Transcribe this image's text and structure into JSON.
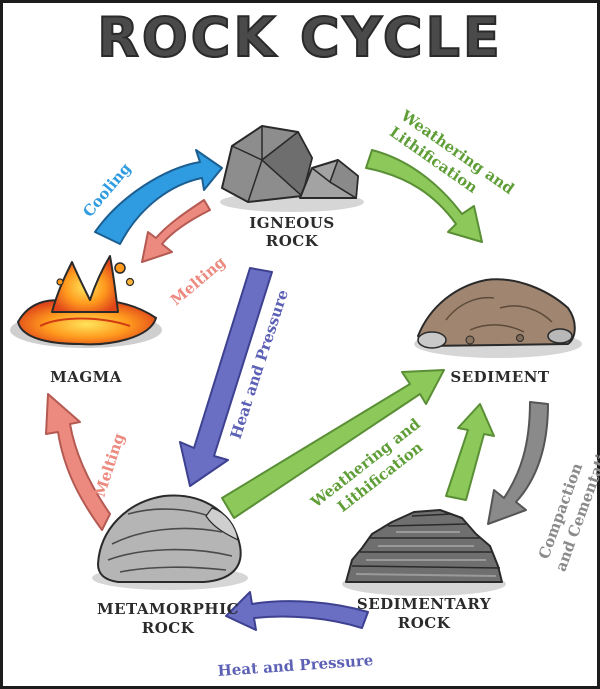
{
  "title": "ROCK CYCLE",
  "nodes": {
    "igneous": [
      "IGNEOUS",
      "ROCK"
    ],
    "magma": "MAGMA",
    "sediment": "SEDIMENT",
    "metamorphic": [
      "METAMORPHIC",
      "ROCK"
    ],
    "sedimentary": [
      "SEDIMENTARY",
      "ROCK"
    ]
  },
  "arrows": {
    "cooling": "Cooling",
    "melting_top": "Melting",
    "weathering_top": [
      "Weathering and",
      "Lithification"
    ],
    "heat_pressure_center": "Heat and Pressure",
    "weathering_center": [
      "Weathering and",
      "Lithification"
    ],
    "compaction": [
      "Compaction",
      "and Cementation"
    ],
    "melting_left": "Melting",
    "heat_pressure_bottom": "Heat and Pressure"
  },
  "colors": {
    "blue": "#2f9be0",
    "salmon": "#ec8a7f",
    "green": "#8cc85a",
    "purple": "#6b6fc4",
    "gray": "#8a8a8a",
    "green_text": "#5f9e37",
    "purple_text": "#5d61b5"
  }
}
